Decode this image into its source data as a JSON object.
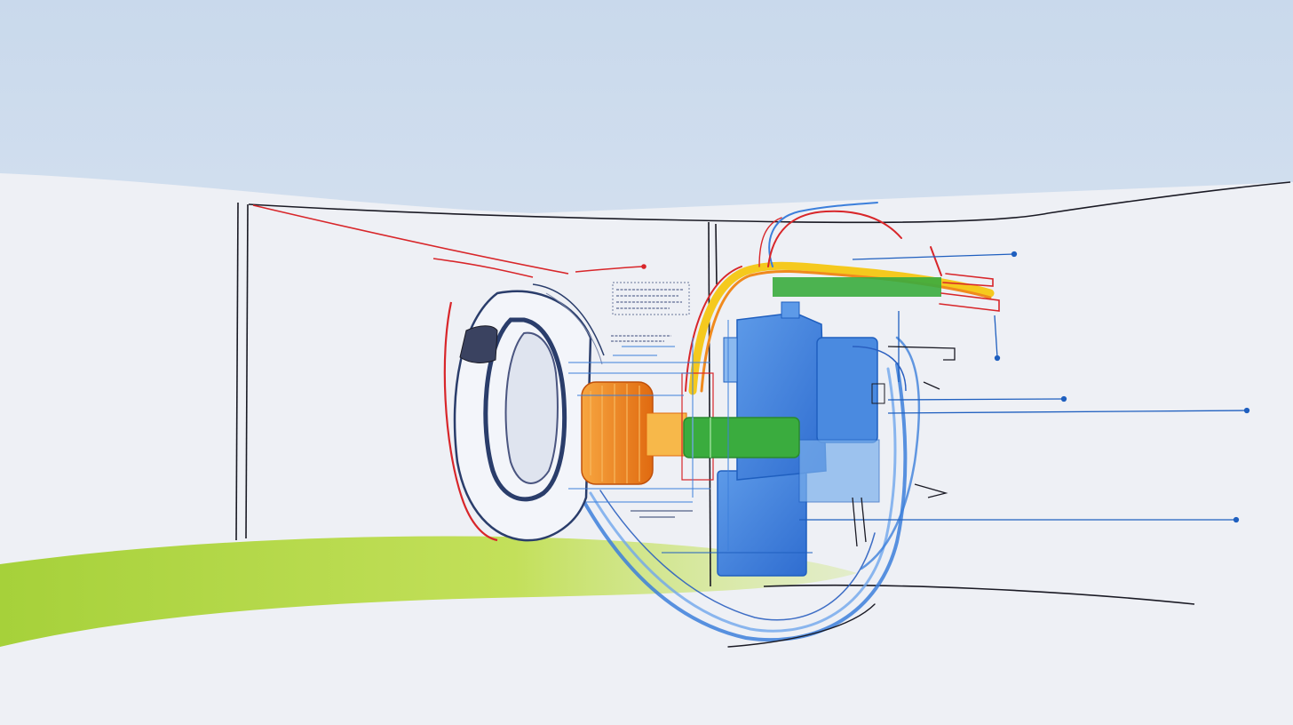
{
  "scene": {
    "kind": "technical-sketch",
    "components": [
      "lens-housing-icon",
      "orange-rotor-icon",
      "green-shaft-icon",
      "blue-motor-block-icon",
      "blue-tubing-icon",
      "cable-harness-icon"
    ],
    "label_glyphs": [
      "sketch-note-1",
      "sketch-note-2"
    ]
  },
  "palette": {
    "sky": "#cfdcec",
    "wall": "#eef0f5",
    "grass": "#b6d93a",
    "ink": "#1a1a24",
    "red": "#d8262a",
    "orange": "#f08a1e",
    "yellow": "#f5c91e",
    "green": "#3aac3e",
    "blue": "#3c7fdb",
    "blue_dark": "#1f5fbf",
    "navy": "#2a3d6b"
  }
}
